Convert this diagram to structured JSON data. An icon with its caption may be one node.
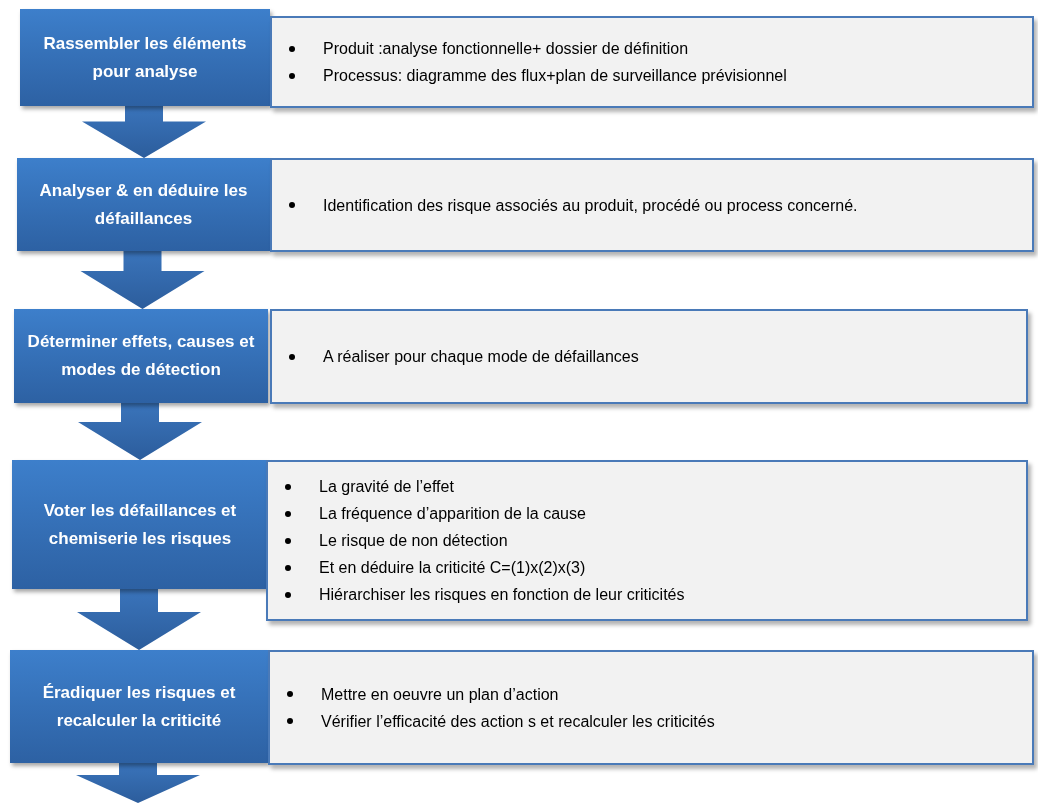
{
  "diagram": {
    "nodes": [
      {
        "text": [
          "Rassembler les éléments pour analyse"
        ]
      },
      {
        "text": [
          "Produit :analyse fonctionnelle+ dossier de définition",
          "Processus: diagramme des flux+plan de surveillance prévisionnel"
        ]
      },
      {
        "text": [
          "Analyser & en déduire les défaillances"
        ]
      },
      {
        "text": [
          "Identification des risque associés au produit, procédé ou process concerné."
        ]
      },
      {
        "text": [
          "Déterminer effets, causes et modes de détection"
        ]
      },
      {
        "text": [
          "A réaliser pour chaque mode de défaillances"
        ]
      },
      {
        "text": [
          "Voter les défaillances et chemiserie les risques"
        ]
      },
      {
        "text": [
          "La gravité de l’effet",
          "La fréquence d’apparition de la cause",
          "Le risque de non détection",
          "Et en déduire la criticité C=(1)x(2)x(3)",
          "Hiérarchiser les risques en fonction de leur  criticités"
        ]
      },
      {
        "text": [
          "Éradiquer les risques et recalculer la criticité"
        ]
      },
      {
        "text": [
          "Mettre en oeuvre un plan d’action",
          "Vérifier l’efficacité des action s et recalculer les criticités"
        ]
      }
    ],
    "edges": [
      {
        "from": 0,
        "to": 2,
        "arrow": "to"
      },
      {
        "from": 2,
        "to": 4,
        "arrow": "to"
      },
      {
        "from": 4,
        "to": 6,
        "arrow": "to"
      },
      {
        "from": 6,
        "to": 8,
        "arrow": "to"
      },
      {
        "from": 8,
        "to": null,
        "arrow": "to"
      }
    ]
  }
}
